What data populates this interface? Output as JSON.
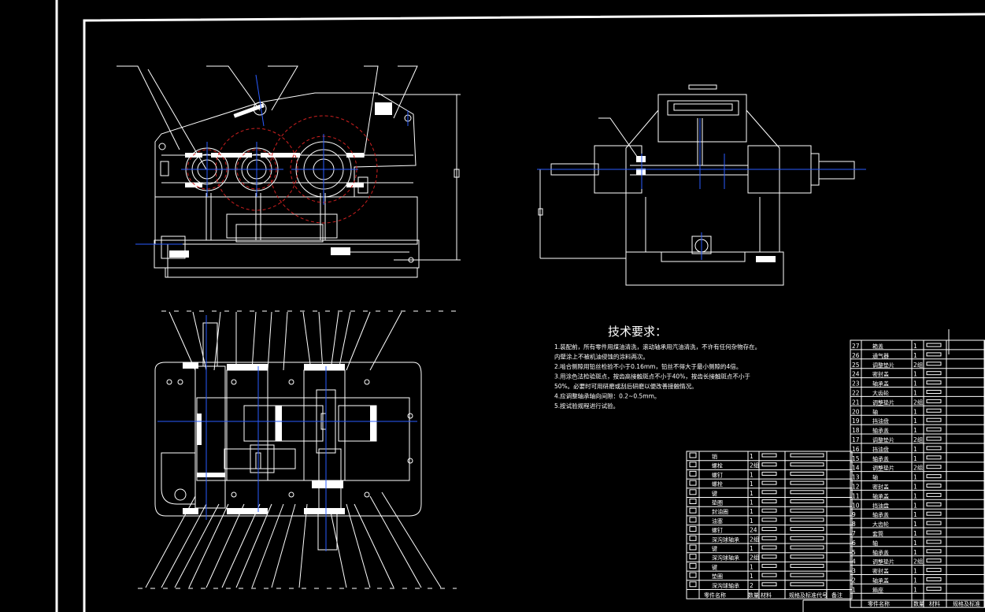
{
  "drawing": {
    "tech_title": "技术要求：",
    "tech_lines": [
      "1.装配前，所有零件用煤油清洗，滚动轴承用汽油清洗，不许有任何杂物存在。",
      "内壁涂上不被机油侵蚀的涂料两次。",
      "2.啮合侧隙用铅丝检验不小于0.16mm，铅丝不得大于最小侧隙的4倍。",
      "3.用涂色法检验斑点，按齿高接触斑点不小于40%，按齿长接触斑点不小于",
      "50%。必要时可用研磨或刮后研磨以便改善接触情况。",
      "4.应调整轴承轴向间隙：0.2~0.5mm。",
      "5.按试验规程进行试验。"
    ]
  },
  "parts_left": {
    "rows": [
      {
        "name": "销",
        "qty": "1"
      },
      {
        "name": "螺栓",
        "qty": "2组"
      },
      {
        "name": "螺钉",
        "qty": "1"
      },
      {
        "name": "螺栓",
        "qty": "1"
      },
      {
        "name": "键",
        "qty": "1"
      },
      {
        "name": "垫圈",
        "qty": "1"
      },
      {
        "name": "封油圈",
        "qty": "1"
      },
      {
        "name": "油塞",
        "qty": "1"
      },
      {
        "name": "螺钉",
        "qty": "24"
      },
      {
        "name": "深沟球轴承",
        "qty": "2组"
      },
      {
        "name": "键",
        "qty": "1"
      },
      {
        "name": "深沟球轴承",
        "qty": "2组"
      },
      {
        "name": "键",
        "qty": "1"
      },
      {
        "name": "垫圈",
        "qty": "1"
      },
      {
        "name": "深沟球轴承",
        "qty": "2"
      }
    ],
    "footer": [
      "零件名称",
      "数量",
      "材料",
      "",
      "规格及标准代号",
      "备注"
    ]
  },
  "parts_right": {
    "rows": [
      {
        "no": "27",
        "name": "箱盖",
        "qty": "1"
      },
      {
        "no": "26",
        "name": "通气器",
        "qty": "1"
      },
      {
        "no": "25",
        "name": "调整垫片",
        "qty": "2组"
      },
      {
        "no": "24",
        "name": "密封盖",
        "qty": "1"
      },
      {
        "no": "23",
        "name": "轴承盖",
        "qty": "1"
      },
      {
        "no": "22",
        "name": "大齿轮",
        "qty": "1"
      },
      {
        "no": "21",
        "name": "调整垫片",
        "qty": "2组"
      },
      {
        "no": "20",
        "name": "轴",
        "qty": "1"
      },
      {
        "no": "19",
        "name": "挡油盘",
        "qty": "1"
      },
      {
        "no": "18",
        "name": "轴承盖",
        "qty": "1"
      },
      {
        "no": "17",
        "name": "调整垫片",
        "qty": "2组"
      },
      {
        "no": "16",
        "name": "挡油盘",
        "qty": "1"
      },
      {
        "no": "15",
        "name": "轴承盖",
        "qty": "1"
      },
      {
        "no": "14",
        "name": "调整垫片",
        "qty": "2组"
      },
      {
        "no": "13",
        "name": "轴",
        "qty": "1"
      },
      {
        "no": "12",
        "name": "密封盖",
        "qty": "1"
      },
      {
        "no": "11",
        "name": "轴承盖",
        "qty": "1"
      },
      {
        "no": "10",
        "name": "挡油盘",
        "qty": "1"
      },
      {
        "no": "9",
        "name": "轴承盖",
        "qty": "1"
      },
      {
        "no": "8",
        "name": "大齿轮",
        "qty": "1"
      },
      {
        "no": "7",
        "name": "套筒",
        "qty": "1"
      },
      {
        "no": "6",
        "name": "轴",
        "qty": "1"
      },
      {
        "no": "5",
        "name": "轴承盖",
        "qty": "1"
      },
      {
        "no": "4",
        "name": "调整垫片",
        "qty": "2组"
      },
      {
        "no": "3",
        "name": "密封盖",
        "qty": "1"
      },
      {
        "no": "2",
        "name": "轴承盖",
        "qty": "1"
      },
      {
        "no": "1",
        "name": "箱座",
        "qty": "1"
      }
    ],
    "footer": [
      "零件名称",
      "数量",
      "材料",
      "规格及标准"
    ]
  }
}
